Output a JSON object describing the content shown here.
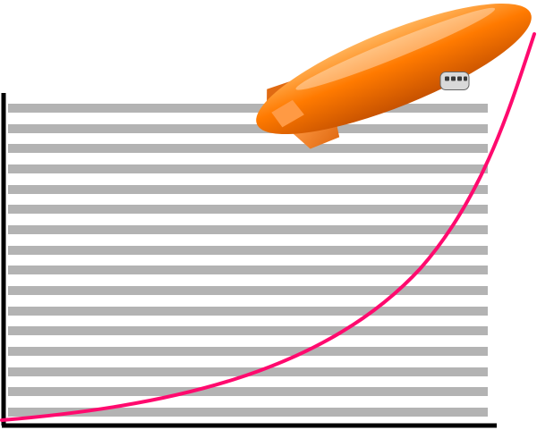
{
  "illustration": {
    "type": "clipart",
    "subject": "blimp-on-growth-curve",
    "colors": {
      "background": "#ffffff",
      "stripe": "#b3b3b3",
      "axis": "#000000",
      "curve": "#ff0a6e",
      "blimp_body": "#ff7a00",
      "blimp_body_highlight": "#ffb35a",
      "blimp_body_shadow": "#c75200",
      "fin": "#ff9a44",
      "fin_dark": "#e06a12",
      "gondola": "#d9d9d9",
      "gondola_window": "#3a3a3a"
    },
    "stripe_count": 16,
    "icons": [
      "blimp-icon"
    ]
  }
}
